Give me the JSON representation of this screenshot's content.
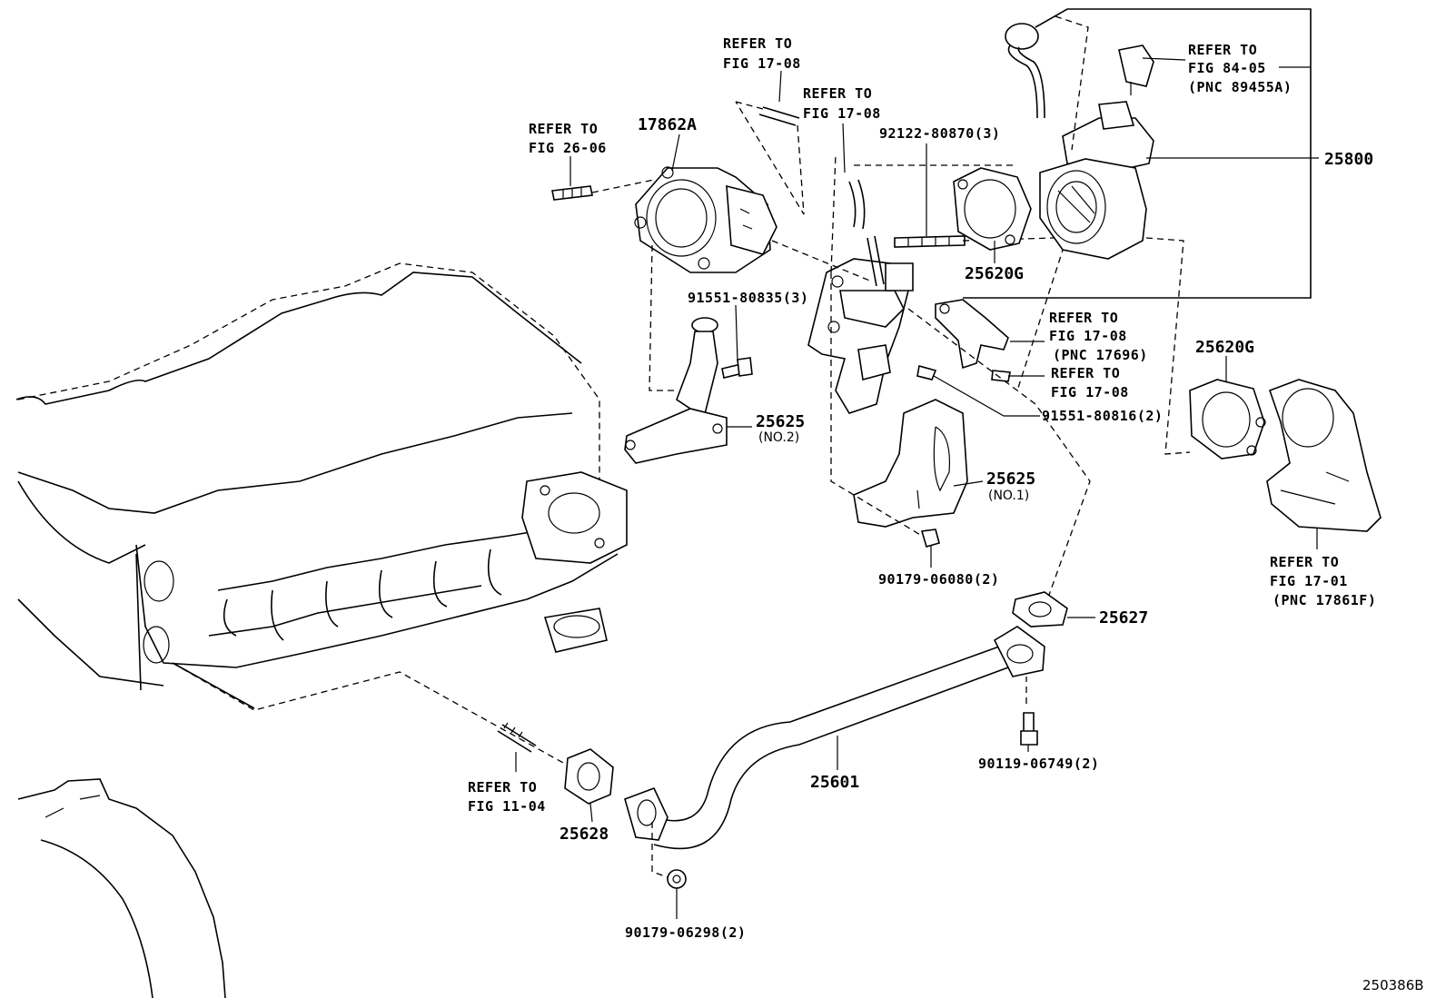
{
  "diagram_id": "250386B",
  "labels": {
    "refer_17_08_top": [
      "REFER TO",
      "FIG 17-08"
    ],
    "refer_17_08_mid": [
      "REFER TO",
      "FIG 17-08"
    ],
    "refer_26_06": [
      "REFER TO",
      "FIG 26-06"
    ],
    "refer_84_05": [
      "REFER TO",
      "FIG 84-05",
      "(PNC 89455A)"
    ],
    "refer_17_08_pnc": [
      "REFER TO",
      "FIG 17-08",
      "(PNC 17696)"
    ],
    "refer_17_08_lower": [
      "REFER TO",
      "FIG 17-08"
    ],
    "refer_17_01": [
      "REFER TO",
      "FIG 17-01",
      "(PNC 17861F)"
    ],
    "refer_11_04": [
      "REFER TO",
      "FIG 11-04"
    ]
  },
  "parts": {
    "p17862a": "17862A",
    "p92122": "92122-80870(3)",
    "p25800": "25800",
    "p25620g_a": "25620G",
    "p25620g_b": "25620G",
    "p91551_835": "91551-80835(3)",
    "p91551_816": "91551-80816(2)",
    "p25625_no2": "25625",
    "p25625_no2_sub": "(NO.2)",
    "p25625_no1": "25625",
    "p25625_no1_sub": "(NO.1)",
    "p90179_080": "90179-06080(2)",
    "p25627": "25627",
    "p90119": "90119-06749(2)",
    "p25601": "25601",
    "p25628": "25628",
    "p90179_298": "90179-06298(2)"
  }
}
